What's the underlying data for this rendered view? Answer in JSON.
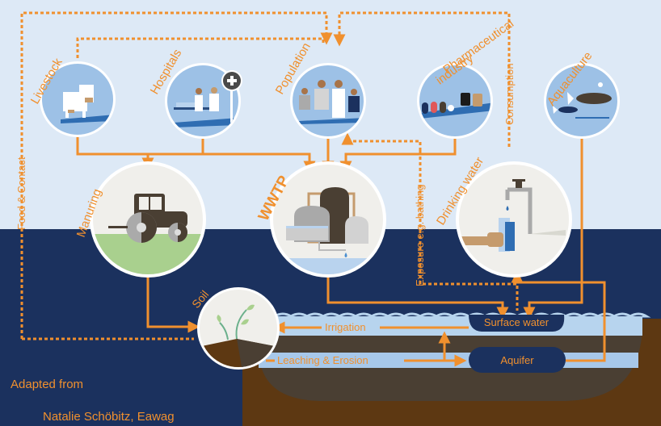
{
  "colors": {
    "sky": "#dde9f6",
    "water_dark": "#1b315e",
    "orange": "#f0902e",
    "circle_blue": "#9dc1e6",
    "circle_light": "#f0efeb",
    "soil_brown": "#5d3812",
    "soil_dark": "#4a3f33",
    "water_light": "#b7d4ee"
  },
  "nodes": {
    "livestock": {
      "label": "Livestock",
      "icon": "cow-icon"
    },
    "hospitals": {
      "label": "Hospitals",
      "icon": "hospital-icon"
    },
    "population": {
      "label": "Population",
      "icon": "people-icon"
    },
    "pharma": {
      "label_line1": "Pharmaceutical",
      "label_line2": "industry",
      "icon": "medicine-icon"
    },
    "aquaculture": {
      "label": "Aquaculture",
      "icon": "fish-icon"
    },
    "manuring": {
      "label": "Manuring",
      "icon": "tractor-icon"
    },
    "wwtp": {
      "label": "WWTP",
      "icon": "treatment-plant-icon"
    },
    "drinking_water": {
      "label": "Drinking water",
      "icon": "tap-icon"
    },
    "soil": {
      "label": "Soil",
      "icon": "sprout-icon"
    },
    "surface_water": {
      "label": "Surface water"
    },
    "aquifer": {
      "label": "Aquifer"
    }
  },
  "flows": {
    "food_contact": "Food & Contact",
    "consumption": "Consumption",
    "exposure": "Exposure e.g. bathing",
    "irrigation": "Irrigation",
    "leaching": "Leaching & Erosion"
  },
  "credit": {
    "line1": "Adapted from",
    "line2": "Natalie Schöbitz, Eawag"
  }
}
